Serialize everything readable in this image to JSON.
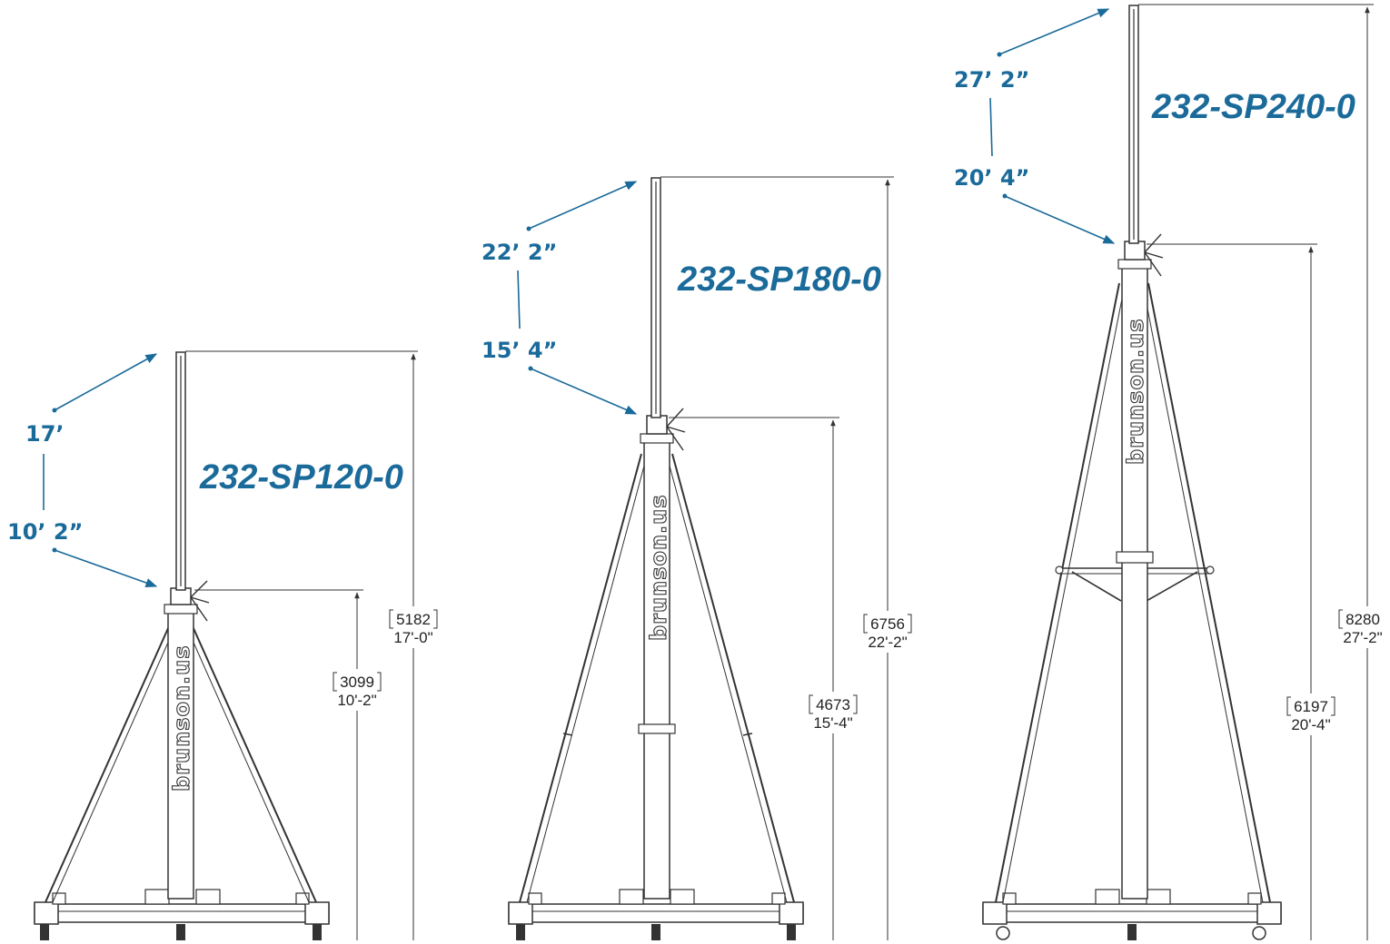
{
  "brand_text": "brunson.us",
  "stands": [
    {
      "model": "232-SP120-0",
      "max_height_label": "17’",
      "min_height_label": "10’ 2”",
      "dim_max_mm": "5182",
      "dim_max_ftin": "17'-0\"",
      "dim_min_mm": "3099",
      "dim_min_ftin": "10'-2\""
    },
    {
      "model": "232-SP180-0",
      "max_height_label": "22’ 2”",
      "min_height_label": "15’ 4”",
      "dim_max_mm": "6756",
      "dim_max_ftin": "22'-2\"",
      "dim_min_mm": "4673",
      "dim_min_ftin": "15'-4\""
    },
    {
      "model": "232-SP240-0",
      "max_height_label": "27’ 2”",
      "min_height_label": "20’ 4”",
      "dim_max_mm": "8280",
      "dim_max_ftin": "27'-2\"",
      "dim_min_mm": "6197",
      "dim_min_ftin": "20'-4\""
    }
  ],
  "colors": {
    "accent": "#1a6a9a",
    "line": "#333333"
  }
}
